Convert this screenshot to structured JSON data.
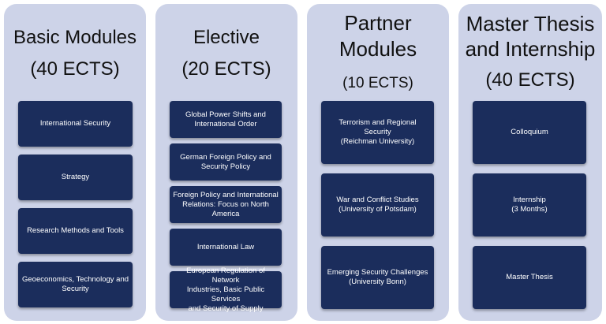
{
  "columns": [
    {
      "title": "Basic Modules",
      "credits": "(40 ECTS)",
      "modules": [
        {
          "lines": [
            "International Security"
          ]
        },
        {
          "lines": [
            "Strategy"
          ]
        },
        {
          "lines": [
            "Research Methods and Tools"
          ]
        },
        {
          "lines": [
            "Geoeconomics, Technology and",
            "Security"
          ]
        }
      ]
    },
    {
      "title": "Elective",
      "credits": "(20 ECTS)",
      "modules": [
        {
          "lines": [
            "Global Power Shifts and",
            "International Order"
          ]
        },
        {
          "lines": [
            "German Foreign Policy and",
            "Security Policy"
          ]
        },
        {
          "lines": [
            "Foreign Policy and International",
            "Relations: Focus on North",
            "America"
          ]
        },
        {
          "lines": [
            "International Law"
          ]
        },
        {
          "lines": [
            "European Regulation of Network",
            "Industries, Basic Public Services",
            "and Security of Supply"
          ]
        }
      ]
    },
    {
      "title_lines": [
        "Partner",
        "Modules"
      ],
      "credits": "(10 ECTS)",
      "modules": [
        {
          "lines": [
            "Terrorism and Regional Security",
            "(Reichman University)"
          ]
        },
        {
          "lines": [
            "War and Conflict Studies",
            "(University of Potsdam)"
          ]
        },
        {
          "lines": [
            "Emerging Security Challenges",
            "(University Bonn)"
          ]
        }
      ]
    },
    {
      "title_lines": [
        "Master Thesis",
        "and Internship"
      ],
      "credits": "(40 ECTS)",
      "modules": [
        {
          "lines": [
            "Colloquium"
          ]
        },
        {
          "lines": [
            "Internship",
            "(3 Months)"
          ]
        },
        {
          "lines": [
            "Master Thesis"
          ]
        }
      ]
    }
  ],
  "colors": {
    "panel": "#cdd3e8",
    "module": "#1b2d5c",
    "module_text": "#ffffff"
  }
}
